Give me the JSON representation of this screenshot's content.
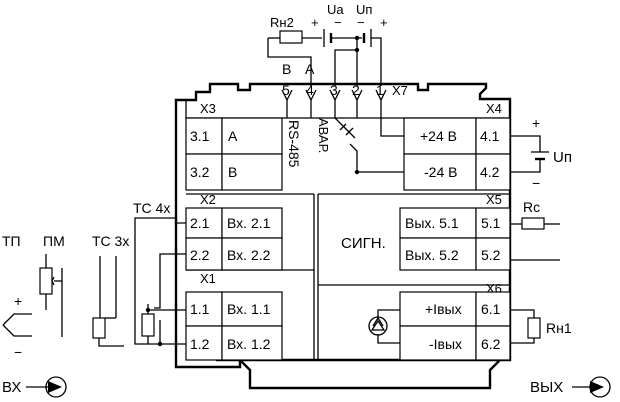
{
  "top_labels": {
    "rn2": "Rн2",
    "ua": "Uа",
    "un": "Uп",
    "plus": "+",
    "minus": "−",
    "col_b": "В",
    "col_a": "А",
    "pins": [
      "5",
      "4",
      "3",
      "2",
      "1"
    ],
    "x7": "X7"
  },
  "connectors": {
    "x1": "X1",
    "x2": "X2",
    "x3": "X3",
    "x4": "X4",
    "x5": "X5",
    "x6": "X6"
  },
  "rs485": {
    "vertical_label": "RS-485",
    "rows": [
      {
        "num": "3.1",
        "label": "A"
      },
      {
        "num": "3.2",
        "label": "B"
      }
    ]
  },
  "avar": {
    "vertical_label": "АВАР."
  },
  "power": {
    "rows": [
      {
        "label": "+24 В",
        "num": "4.1"
      },
      {
        "label": "-24 В",
        "num": "4.2"
      }
    ],
    "source_label": "Uп",
    "plus": "+",
    "minus": "−"
  },
  "inputs": {
    "x2_rows": [
      {
        "num": "2.1",
        "label": "Вх. 2.1"
      },
      {
        "num": "2.2",
        "label": "Вх. 2.2"
      }
    ],
    "x1_rows": [
      {
        "num": "1.1",
        "label": "Вх. 1.1"
      },
      {
        "num": "1.2",
        "label": "Вх. 1.2"
      }
    ]
  },
  "signal": {
    "title": "СИГН.",
    "rows": [
      {
        "label": "Вых. 5.1",
        "num": "5.1"
      },
      {
        "label": "Вых. 5.2",
        "num": "5.2"
      }
    ],
    "resistor": "Rc"
  },
  "output": {
    "rows": [
      {
        "label": "+Iвых",
        "num": "6.1"
      },
      {
        "label": "-Iвых",
        "num": "6.2"
      }
    ],
    "resistor": "Rн1"
  },
  "sensors": {
    "tp": "ТП",
    "pm": "ПМ",
    "tc3": "ТС 3х",
    "tc4": "ТС 4х",
    "plus": "+",
    "minus": "−"
  },
  "io": {
    "input": "ВХ",
    "output": "ВЫХ"
  }
}
